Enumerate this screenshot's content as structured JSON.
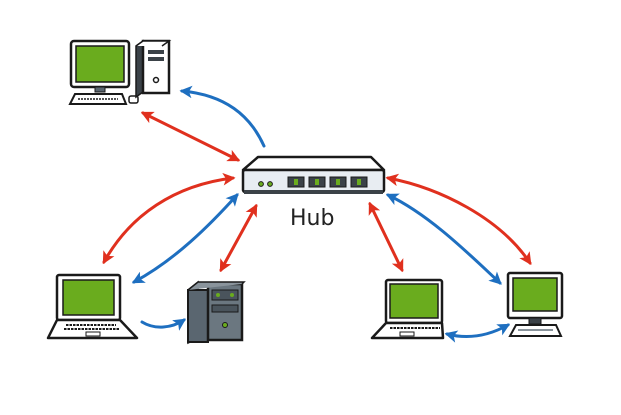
{
  "hub": {
    "label": "Hub",
    "port_count": 4,
    "led_count": 2
  },
  "devices": [
    {
      "id": "desktop-top",
      "type": "desktop-computer"
    },
    {
      "id": "laptop-left",
      "type": "laptop"
    },
    {
      "id": "server-left",
      "type": "server-tower"
    },
    {
      "id": "laptop-right",
      "type": "laptop"
    },
    {
      "id": "monitor-right",
      "type": "desktop-monitor"
    }
  ],
  "connections": [
    {
      "from": "hub",
      "to": "desktop-top",
      "color": "red",
      "direction": "bidirectional"
    },
    {
      "from": "hub",
      "to": "desktop-top",
      "color": "blue",
      "direction": "to-device"
    },
    {
      "from": "hub",
      "to": "laptop-left",
      "color": "red",
      "direction": "bidirectional"
    },
    {
      "from": "hub",
      "to": "laptop-left",
      "color": "blue",
      "direction": "bidirectional"
    },
    {
      "from": "hub",
      "to": "server-left",
      "color": "red",
      "direction": "bidirectional"
    },
    {
      "from": "laptop-left",
      "to": "server-left",
      "color": "blue",
      "direction": "to-device"
    },
    {
      "from": "hub",
      "to": "laptop-right",
      "color": "red",
      "direction": "bidirectional"
    },
    {
      "from": "hub",
      "to": "monitor-right",
      "color": "red",
      "direction": "bidirectional"
    },
    {
      "from": "hub",
      "to": "monitor-right",
      "color": "blue",
      "direction": "bidirectional"
    },
    {
      "from": "laptop-right",
      "to": "monitor-right",
      "color": "blue",
      "direction": "bidirectional"
    }
  ],
  "colors": {
    "red_arrow": "#e0301e",
    "blue_arrow": "#1e6fc0",
    "screen_green": "#6aac1e",
    "outline": "#1a1a1a",
    "hub_body": "#e8edf2",
    "server_body": "#5a6670"
  }
}
